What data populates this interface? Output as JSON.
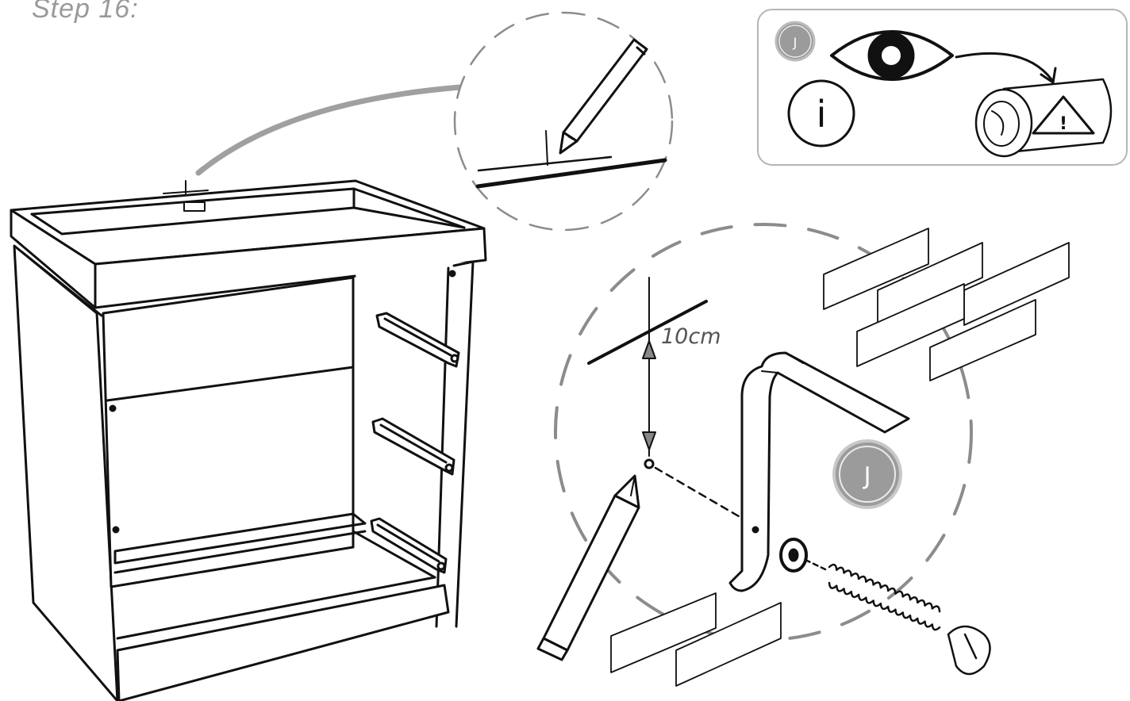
{
  "step": {
    "title": "Step 16:"
  },
  "info_panel": {
    "badge_letter": "J",
    "info_symbol": "i",
    "warning_symbol": "!"
  },
  "measurement": {
    "distance_label": "10cm"
  },
  "hardware": {
    "badge_letter": "J"
  },
  "colors": {
    "line": "#111111",
    "badge_gray": "#9b9b9b",
    "panel_border": "#b5b5b5",
    "dashed_circle": "#8c8c8c"
  },
  "icons": [
    "eye-icon",
    "info-icon",
    "warning-triangle-icon",
    "pencil-icon",
    "screw-icon",
    "washer-icon",
    "wall-bracket-icon"
  ]
}
